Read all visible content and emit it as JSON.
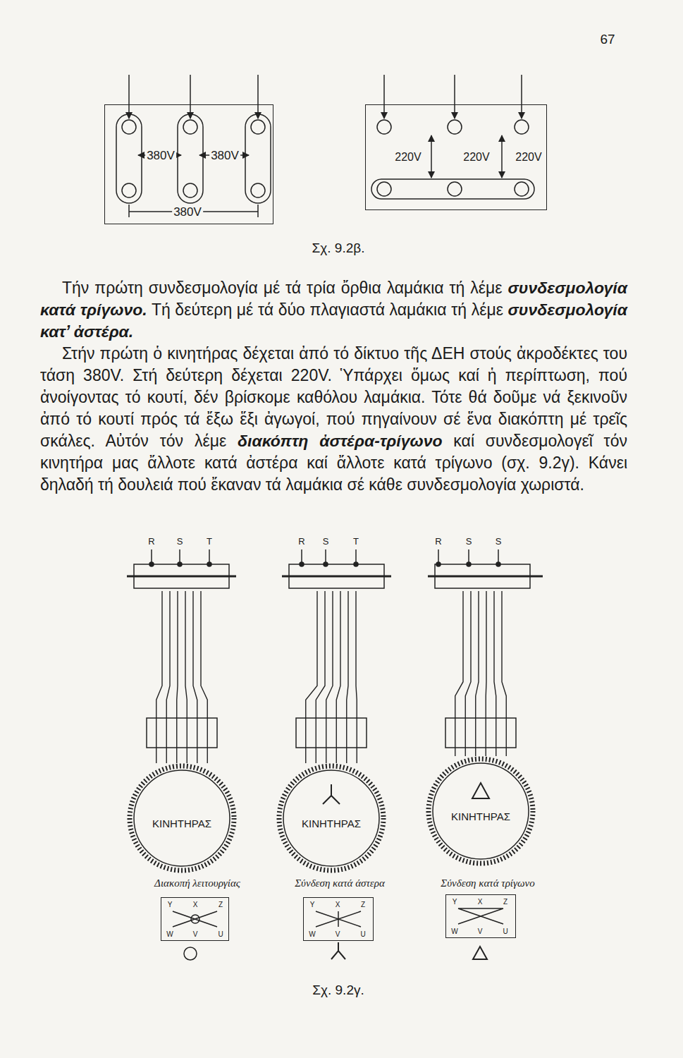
{
  "diagram": {
    "nodes": [
      {
        "text": [
          "380V",
          "380V",
          "380V"
        ]
      },
      {
        "text": [
          "220V",
          "220V",
          "220V"
        ]
      },
      {
        "text": [
          "R",
          "S",
          "T"
        ]
      },
      {
        "text": [
          "ΚΙΝΗΤΗΡΑΣ"
        ]
      },
      {
        "text": [
          "Y",
          "X",
          "Z",
          "W",
          "V",
          "U"
        ]
      },
      {
        "text": [
          "R",
          "S",
          "T"
        ]
      },
      {
        "text": [
          "ΚΙΝΗΤΗΡΑΣ"
        ]
      },
      {
        "text": [
          "Y",
          "X",
          "Z",
          "W",
          "V",
          "U"
        ]
      },
      {
        "text": [
          "R",
          "S",
          "S"
        ]
      },
      {
        "text": [
          "ΚΙΝΗΤΗΡΑΣ"
        ]
      },
      {
        "text": [
          "Y",
          "X",
          "Z",
          "W",
          "V",
          "U"
        ]
      }
    ],
    "edges": [
      {
        "from": 2,
        "to": 3,
        "arrow": "none"
      },
      {
        "from": 5,
        "to": 6,
        "arrow": "none"
      },
      {
        "from": 8,
        "to": 9,
        "arrow": "none"
      }
    ],
    "labels": [
      "67",
      "Σχ. 9.2β.",
      "Τήν πρώτη συνδεσμολογία μέ τά τρία ὄρθια λαμάκια τή λέμε",
      "συνδεσμολογία κατά τρίγωνο.",
      "Τή δεύτερη μέ τά δύο πλαγιαστά λαμάκια τή λέμε",
      "συνδεσμολογία κατ’ ἀστέρα.",
      "Στήν πρώτη ὁ κινητήρας δέχεται ἀπό τό δίκτυο τῆς ΔΕΗ στούς ἀκροδέκτες του τάση 380V. Στή δεύτερη δέχεται 220V. Ὑπάρχει ὅμως καί ἡ περίπτωση, πού ἀνοίγοντας τό κουτί, δέν βρίσκομε καθόλου λαμάκια. Τότε θά δοῦμε νά ξεκινοῦν ἀπό τό κουτί πρός τά ἔξω ἕξι ἀγωγοί, πού πηγαίνουν σέ ἕνα διακόπτη μέ τρεῖς σκάλες. Αὐτόν τόν λέμε",
      "διακόπτη ἀστέρα-τρίγωνο",
      "καί συνδεσμολογεῖ τόν κινητήρα μας ἄλλοτε κατά ἀστέρα καί ἄλλοτε κατά τρίγωνο (σχ. 9.2γ). Κάνει δηλαδή τή δουλειά πού ἔκαναν τά λαμάκια σέ κάθε συνδεσμολογία χωριστά.",
      "Διακοπή λειτουργίας",
      "Σύνδεση κατά άστερα",
      "Σύνδεση κατά τρίγωνο",
      "Σχ. 9.2γ."
    ]
  }
}
